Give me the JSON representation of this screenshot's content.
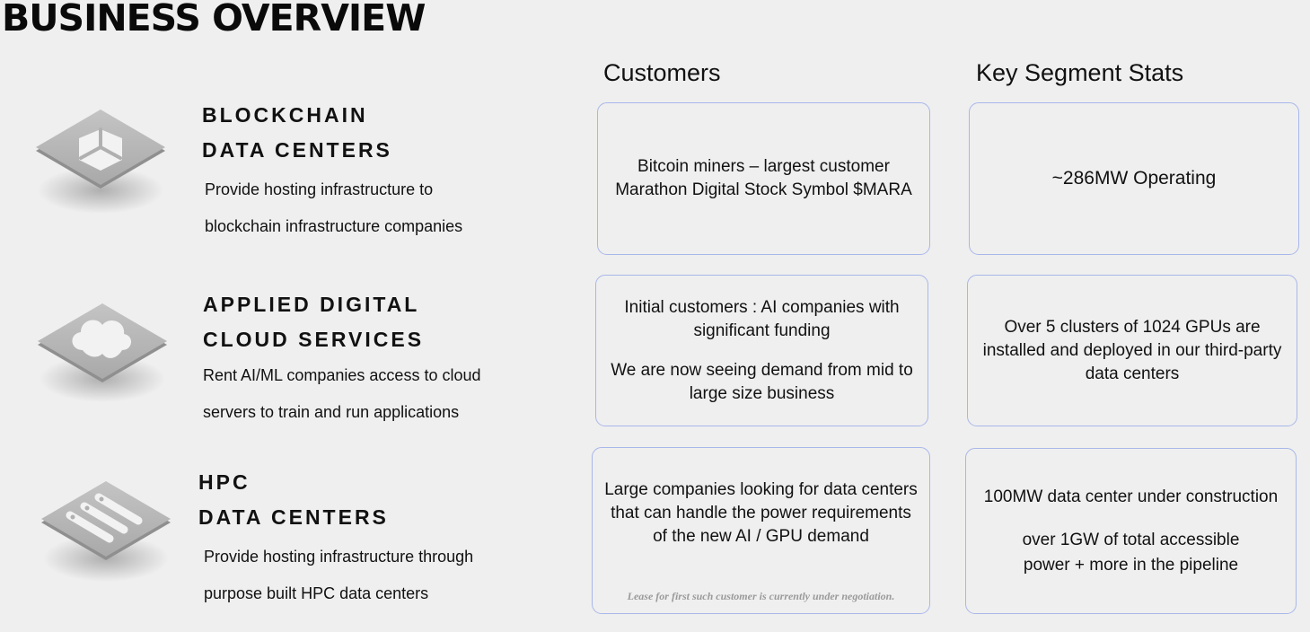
{
  "page": {
    "title": "BUSINESS OVERVIEW"
  },
  "columns": {
    "customers": "Customers",
    "stats": "Key Segment Stats"
  },
  "segments": [
    {
      "name_line1": "BLOCKCHAIN",
      "name_line2": "DATA CENTERS",
      "desc_line1": "Provide hosting infrastructure to",
      "desc_line2": "blockchain infrastructure companies",
      "icon": "cube-icon",
      "customers_line1": "Bitcoin miners – largest customer",
      "customers_line2": "Marathon Digital Stock Symbol $MARA",
      "stats_line1": "~286MW Operating"
    },
    {
      "name_line1": "APPLIED DIGITAL",
      "name_line2": "CLOUD SERVICES",
      "desc_line1": "Rent AI/ML companies access to cloud",
      "desc_line2": "servers  to train and run applications",
      "icon": "cloud-icon",
      "customers_line1": "Initial customers : AI companies with",
      "customers_line2": "significant funding",
      "customers_line3": "We are now seeing demand from mid to",
      "customers_line4": "large size business",
      "stats_line1": "Over 5 clusters of 1024 GPUs are",
      "stats_line2": "installed and deployed in our third-party",
      "stats_line3": "data centers"
    },
    {
      "name_line1": "HPC",
      "name_line2": "DATA CENTERS",
      "desc_line1": "Provide hosting infrastructure through",
      "desc_line2": "purpose built HPC data centers",
      "icon": "server-rack-icon",
      "customers_line1": "Large companies looking for data centers",
      "customers_line2": "that can handle the power requirements",
      "customers_line3": "of the new AI / GPU demand",
      "customers_note": "Lease for first such customer is currently under negotiation.",
      "stats_line1": "100MW data center under construction",
      "stats_line2": "over 1GW of total accessible",
      "stats_line3": "power + more in the pipeline"
    }
  ],
  "colors": {
    "background": "#efefef",
    "box_border": "#a8b7ea",
    "icon_tile": "#b4b4b4",
    "icon_glyph": "#f2f2f2",
    "note_text": "#9a9a9a"
  }
}
